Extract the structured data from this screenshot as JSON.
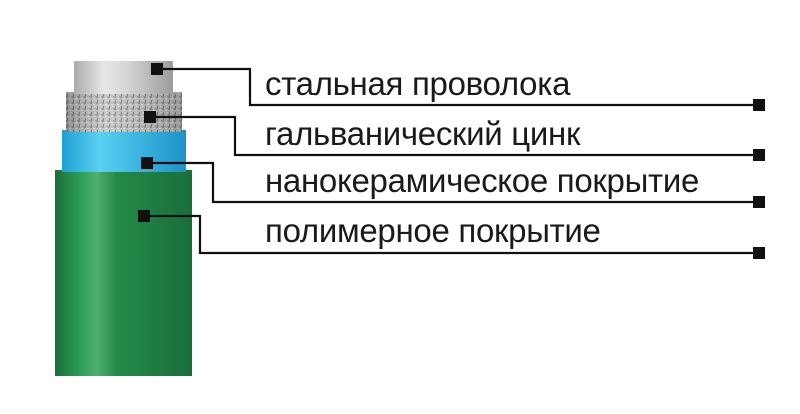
{
  "layers": [
    {
      "label": "стальная проволока",
      "color": "#cfd1d3"
    },
    {
      "label": "гальванический цинк",
      "color": "#b7b7b5"
    },
    {
      "label": "нанокерамическое покрытие",
      "color": "#3fc1ea"
    },
    {
      "label": "полимерное покрытие",
      "color": "#20864a"
    }
  ],
  "colors": {
    "leader_line": "#111111",
    "marker": "#111111"
  }
}
